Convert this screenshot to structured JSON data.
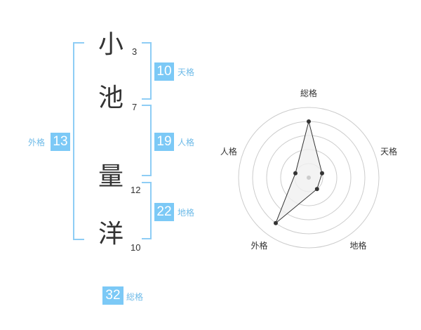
{
  "name": {
    "chars": [
      {
        "char": "小",
        "strokes": "3"
      },
      {
        "char": "池",
        "strokes": "7"
      },
      {
        "char": "量",
        "strokes": "12"
      },
      {
        "char": "洋",
        "strokes": "10"
      }
    ]
  },
  "kakusu": {
    "tenkaku": {
      "value": "10",
      "label": "天格"
    },
    "jinkaku": {
      "value": "19",
      "label": "人格"
    },
    "chikaku": {
      "value": "22",
      "label": "地格"
    },
    "gaikaku": {
      "value": "13",
      "label": "外格"
    },
    "soukaku": {
      "value": "32",
      "label": "総格"
    }
  },
  "chart_data": {
    "type": "radar",
    "axes": [
      "総格",
      "天格",
      "地格",
      "外格",
      "人格"
    ],
    "values": [
      4,
      1,
      1,
      4,
      1
    ],
    "rmax": 5,
    "rings": 5,
    "colors": {
      "fill": "#f0f0f0",
      "line": "#333333",
      "grid": "#cccccc",
      "point": "#333333",
      "center": "#cccccc"
    }
  }
}
